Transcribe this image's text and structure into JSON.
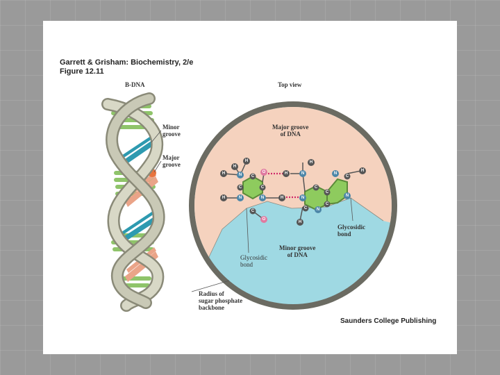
{
  "caption": {
    "title": "Garrett & Grisham: Biochemistry, 2/e",
    "figure": "Figure 12.11"
  },
  "helix": {
    "title": "B-DNA",
    "minor_groove_label": [
      "Minor",
      "groove"
    ],
    "major_groove_label": [
      "Major",
      "groove"
    ]
  },
  "top_view": {
    "title": "Top view",
    "major_groove_label": [
      "Major groove",
      "of DNA"
    ],
    "minor_groove_label": [
      "Minor groove",
      "of DNA"
    ],
    "glycosidic_bond_left": [
      "Glycosidic",
      "bond"
    ],
    "glycosidic_bond_right": [
      "Glycosidic",
      "bond"
    ],
    "radius_label": [
      "Radius of",
      "sugar phosphate",
      "backbone"
    ]
  },
  "atoms": {
    "hydrogen": "H",
    "nitrogen": "N",
    "oxygen": "O",
    "carbon": "C"
  },
  "colors": {
    "major_groove": "#f5d2be",
    "minor_groove": "#9fd9e3",
    "ring": "#6b6b62",
    "nitrogen": "#4c86a8",
    "hydrogen": "#555555",
    "oxygen": "#e07aa0",
    "base": "#8ecb5e",
    "helix_strand": "#c9c9b6",
    "helix_base_green": "#8fc46a",
    "helix_base_teal": "#2d9ab0",
    "helix_base_salmon": "#eaa488"
  },
  "publisher": "Saunders College Publishing"
}
